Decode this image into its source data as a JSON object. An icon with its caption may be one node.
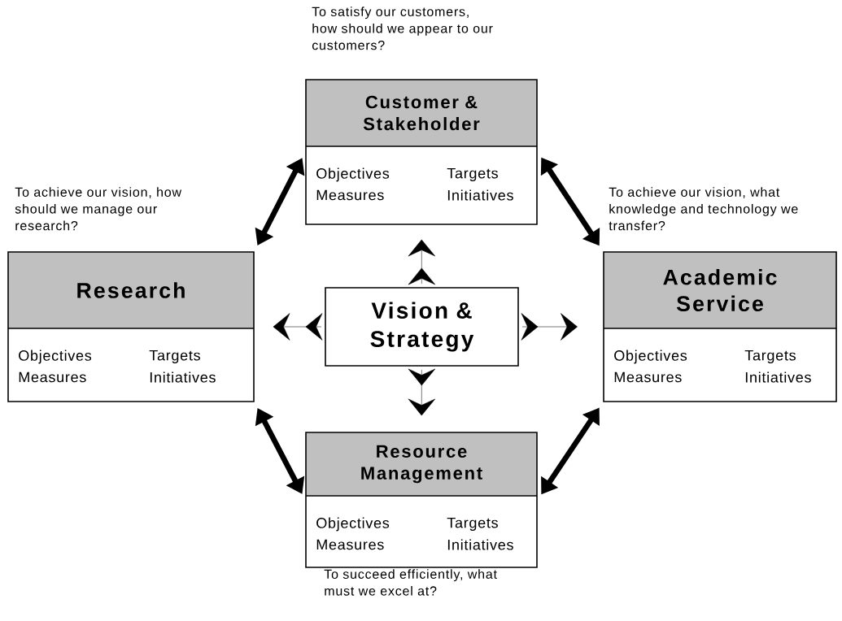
{
  "diagram": {
    "nodes": [
      {
        "text": [
          "Vision & Strategy"
        ]
      },
      {
        "text": [
          "Customer & Stakeholder",
          "Objectives",
          "Targets",
          "Measures",
          "Initiatives"
        ],
        "beside": [
          "To satisfy our customers, how should we appear to our customers?"
        ]
      },
      {
        "text": [
          "Research",
          "Objectives",
          "Targets",
          "Measures",
          "Initiatives"
        ],
        "beside": [
          "To achieve our vision, how should we manage our research?"
        ]
      },
      {
        "text": [
          "Academic Service",
          "Objectives",
          "Targets",
          "Measures",
          "Initiatives"
        ],
        "beside": [
          "To achieve our vision, what knowledge and technology we transfer?"
        ]
      },
      {
        "text": [
          "Resource Management",
          "Objectives",
          "Targets",
          "Measures",
          "Initiatives"
        ],
        "beside": [
          "To succeed efficiently, what must we excel at?"
        ]
      }
    ],
    "edges": [
      {
        "from": 0,
        "to": 1,
        "arrow": "to"
      },
      {
        "from": 0,
        "to": 2,
        "arrow": "to"
      },
      {
        "from": 0,
        "to": 3,
        "arrow": "to"
      },
      {
        "from": 0,
        "to": 4,
        "arrow": "to"
      },
      {
        "from": 2,
        "to": 1,
        "arrow": "both",
        "style": "thick"
      },
      {
        "from": 1,
        "to": 3,
        "arrow": "both",
        "style": "thick"
      },
      {
        "from": 2,
        "to": 4,
        "arrow": "both",
        "style": "thick"
      },
      {
        "from": 4,
        "to": 3,
        "arrow": "both",
        "style": "thick"
      }
    ]
  }
}
